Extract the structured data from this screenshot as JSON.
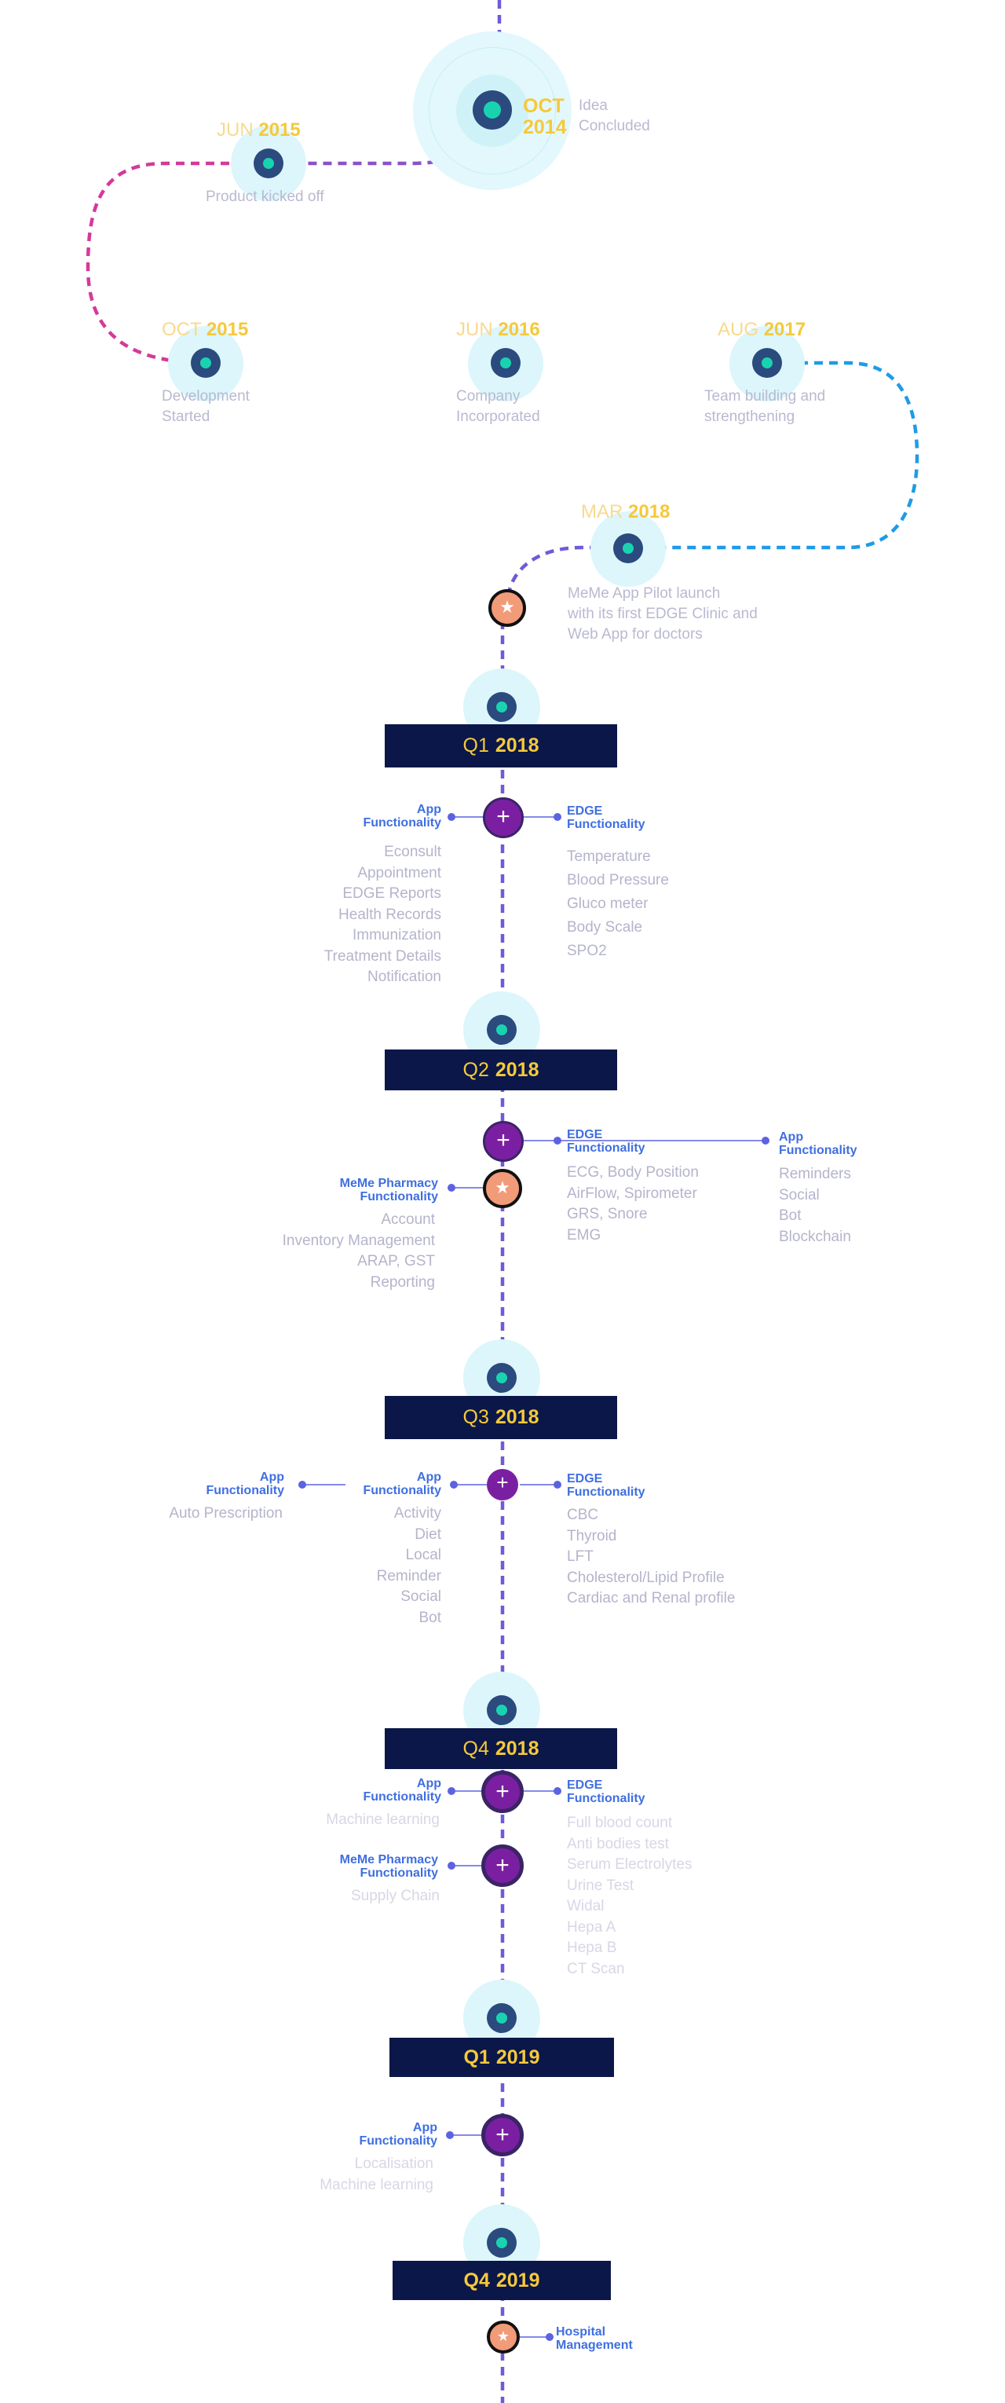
{
  "top": {
    "oct2014": {
      "month": "OCT",
      "year": "2014",
      "desc": "Idea\nConcluded"
    },
    "jun2015": {
      "month": "JUN",
      "year": "2015",
      "desc": "Product kicked off"
    },
    "oct2015": {
      "month": "OCT",
      "year": "2015",
      "desc": "Development\nStarted"
    },
    "jun2016": {
      "month": "JUN",
      "year": "2016",
      "desc": "Company\nIncorporated"
    },
    "aug2017": {
      "month": "AUG",
      "year": "2017",
      "desc": "Team building and\nstrengthening"
    },
    "mar2018": {
      "month": "MAR",
      "year": "2018",
      "desc": "MeMe App Pilot launch\nwith its first EDGE Clinic and\nWeb App for doctors"
    }
  },
  "q1_2018": {
    "q": "Q1",
    "yr": "2018",
    "app_label": "App\nFunctionality",
    "edge_label": "EDGE\nFunctionality",
    "app_items": [
      "Econsult",
      "Appointment",
      "EDGE Reports",
      "Health Records",
      "Immunization",
      "Treatment Details",
      "Notification"
    ],
    "edge_items": [
      "Temperature",
      "Blood Pressure",
      "Gluco meter",
      "Body Scale",
      "SPO2"
    ]
  },
  "q2_2018": {
    "q": "Q2",
    "yr": "2018",
    "edge_label": "EDGE\nFunctionality",
    "app_label": "App\nFunctionality",
    "pharmacy_label": "MeMe Pharmacy\nFunctionality",
    "edge_items": [
      "ECG, Body Position",
      "AirFlow, Spirometer",
      "GRS, Snore",
      "EMG"
    ],
    "app_items": [
      "Reminders",
      "Social",
      "Bot",
      "Blockchain"
    ],
    "pharmacy_items": [
      "Account",
      "Inventory Management",
      "ARAP, GST",
      "Reporting"
    ]
  },
  "q3_2018": {
    "q": "Q3",
    "yr": "2018",
    "app_far_label": "App\nFunctionality",
    "app_label": "App\nFunctionality",
    "edge_label": "EDGE\nFunctionality",
    "app_far_items": [
      "Auto Prescription"
    ],
    "app_items": [
      "Activity",
      "Diet",
      "Local",
      "Reminder",
      "Social",
      "Bot"
    ],
    "edge_items": [
      "CBC",
      "Thyroid",
      "LFT",
      "Cholesterol/Lipid Profile",
      "Cardiac and Renal profile"
    ]
  },
  "q4_2018": {
    "q": "Q4",
    "yr": "2018",
    "app_label": "App\nFunctionality",
    "edge_label": "EDGE\nFunctionality",
    "pharmacy_label": "MeMe Pharmacy\nFunctionality",
    "app_items": [
      "Machine learning"
    ],
    "pharmacy_items": [
      "Supply Chain"
    ],
    "edge_items": [
      "Full blood count",
      "Anti bodies test",
      "Serum Electrolytes",
      "Urine Test",
      "Widal",
      "Hepa A",
      "Hepa B",
      "CT Scan"
    ]
  },
  "q1_2019": {
    "q": "Q1",
    "yr": "2019",
    "app_label": "App\nFunctionality",
    "app_items": [
      "Localisation",
      "Machine learning"
    ]
  },
  "q4_2019": {
    "q": "Q4",
    "yr": "2019",
    "hospital_label": "Hospital\nManagement"
  },
  "colors": {
    "header_bg": "#0b1748",
    "gold": "#f5c93a",
    "accent_blue": "#3f6fe0",
    "line": "#6f5bd8",
    "node_center": "#19d3b0",
    "plus_purple": "#7b1fa2",
    "star_orange": "#f29b79"
  }
}
